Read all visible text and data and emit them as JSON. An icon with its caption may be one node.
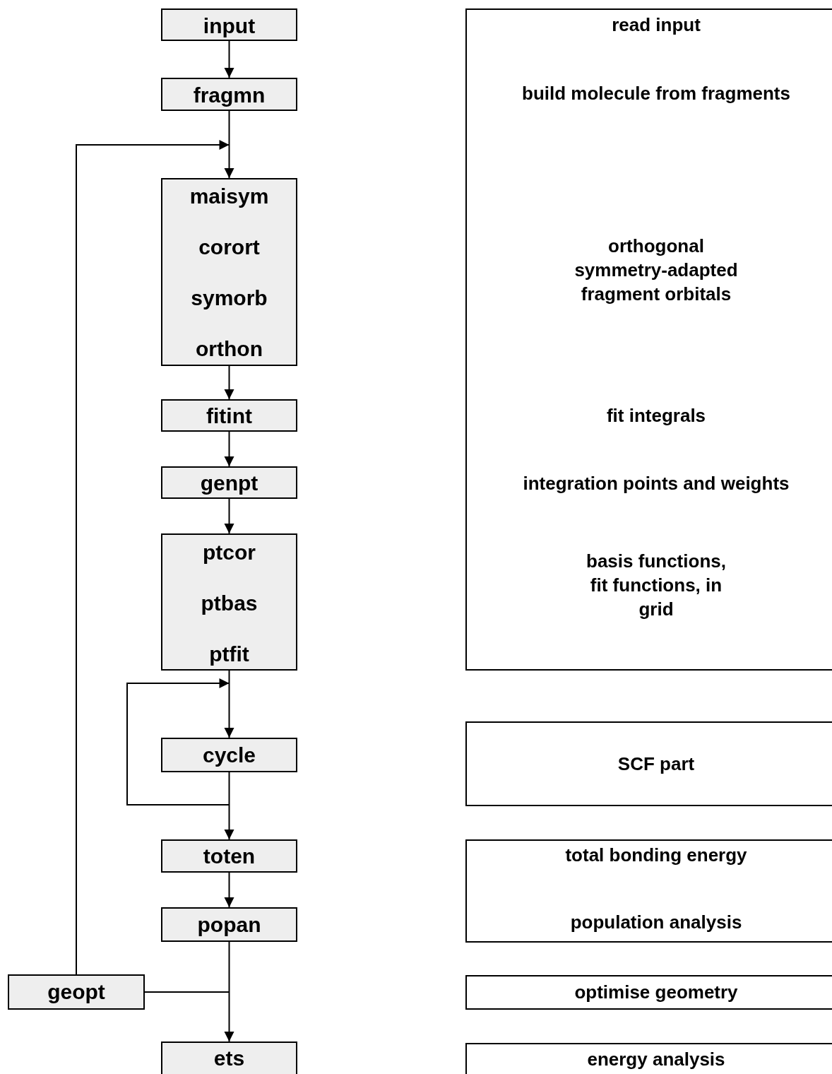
{
  "diagram": {
    "nodes": [
      {
        "text": [
          "input"
        ]
      },
      {
        "text": [
          "fragmn"
        ]
      },
      {
        "text": [
          "maisym",
          "corort",
          "symorb",
          "orthon"
        ]
      },
      {
        "text": [
          "fitint"
        ]
      },
      {
        "text": [
          "genpt"
        ]
      },
      {
        "text": [
          "ptcor",
          "ptbas",
          "ptfit"
        ]
      },
      {
        "text": [
          "cycle"
        ]
      },
      {
        "text": [
          "toten"
        ]
      },
      {
        "text": [
          "popan"
        ]
      },
      {
        "text": [
          "geopt"
        ]
      },
      {
        "text": [
          "ets"
        ]
      },
      {
        "text": [
          "read input",
          "build molecule from fragments",
          "orthogonal symmetry-adapted fragment orbitals",
          "fit integrals",
          "integration points and weights",
          "basis functions, fit functions, in grid"
        ]
      },
      {
        "text": [
          "SCF part"
        ]
      },
      {
        "text": [
          "total bonding energy",
          "population analysis"
        ]
      },
      {
        "text": [
          "optimise geometry"
        ]
      },
      {
        "text": [
          "energy analysis"
        ]
      }
    ],
    "edges": [
      {
        "from": 0,
        "to": 1,
        "arrow": "to"
      },
      {
        "from": 1,
        "to": 2,
        "arrow": "to"
      },
      {
        "from": 9,
        "to": 2,
        "arrow": "to"
      },
      {
        "from": 2,
        "to": 3,
        "arrow": "to"
      },
      {
        "from": 3,
        "to": 4,
        "arrow": "to"
      },
      {
        "from": 4,
        "to": 5,
        "arrow": "to"
      },
      {
        "from": 5,
        "to": 6,
        "arrow": "to"
      },
      {
        "from": 6,
        "to": 6,
        "arrow": "to"
      },
      {
        "from": 6,
        "to": 7,
        "arrow": "to"
      },
      {
        "from": 7,
        "to": 8,
        "arrow": "to"
      },
      {
        "from": 8,
        "to": 10,
        "arrow": "to"
      },
      {
        "from": 9,
        "to": 10,
        "arrow": "to"
      }
    ]
  }
}
